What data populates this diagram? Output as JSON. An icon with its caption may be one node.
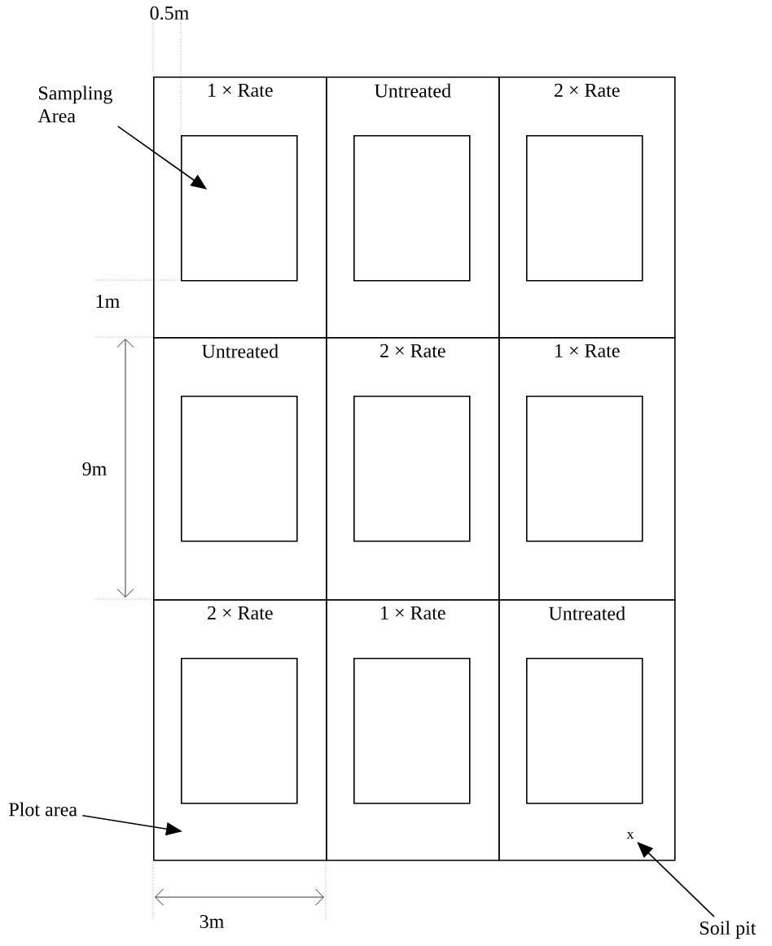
{
  "diagram": {
    "nodes": [
      {
        "text": [
          "1 × Rate"
        ]
      },
      {
        "text": [],
        "shape": "box",
        "in": 0
      },
      {
        "text": [
          "Untreated"
        ]
      },
      {
        "text": [],
        "shape": "box",
        "in": 2
      },
      {
        "text": [
          "2 × Rate"
        ]
      },
      {
        "text": [],
        "shape": "box",
        "in": 4
      },
      {
        "text": [
          "Untreated"
        ]
      },
      {
        "text": [],
        "shape": "box",
        "in": 6
      },
      {
        "text": [
          "2 × Rate"
        ]
      },
      {
        "text": [],
        "shape": "box",
        "in": 8
      },
      {
        "text": [
          "1 × Rate"
        ]
      },
      {
        "text": [],
        "shape": "box",
        "in": 10
      },
      {
        "text": [
          "2 × Rate"
        ]
      },
      {
        "text": [],
        "shape": "box",
        "in": 12
      },
      {
        "text": [
          "1 × Rate"
        ]
      },
      {
        "text": [],
        "shape": "box",
        "in": 14
      },
      {
        "text": [
          "Untreated"
        ]
      },
      {
        "text": [],
        "shape": "box",
        "in": 16
      },
      {
        "text": [
          "x"
        ],
        "in": 16
      },
      {
        "text": [
          "Sampling Area"
        ]
      },
      {
        "text": [
          "Plot area"
        ]
      },
      {
        "text": [
          "Soil pit"
        ]
      }
    ],
    "edges": [
      {
        "from": 19,
        "to": 1,
        "arrow": "to"
      },
      {
        "from": 20,
        "to": 12,
        "arrow": "to"
      },
      {
        "from": 21,
        "to": 18,
        "arrow": "to"
      }
    ],
    "labels": [
      "0.5m",
      "1m",
      "9m",
      "3m"
    ]
  }
}
